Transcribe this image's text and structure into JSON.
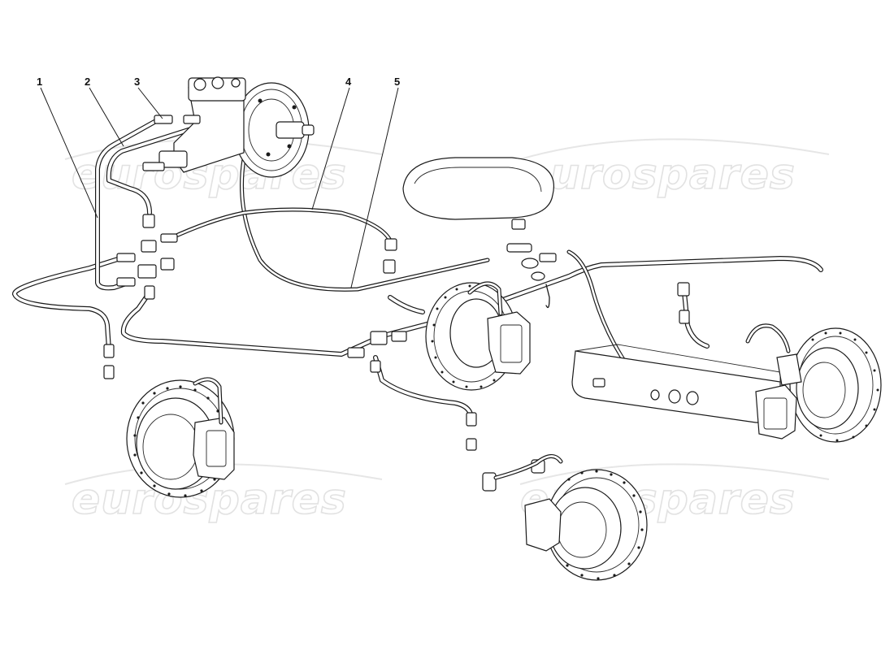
{
  "watermark": {
    "text": "eurospares",
    "color": "#e2e2e2"
  },
  "callouts": [
    {
      "number": "1"
    },
    {
      "number": "2"
    },
    {
      "number": "3"
    },
    {
      "number": "4"
    },
    {
      "number": "5"
    }
  ]
}
